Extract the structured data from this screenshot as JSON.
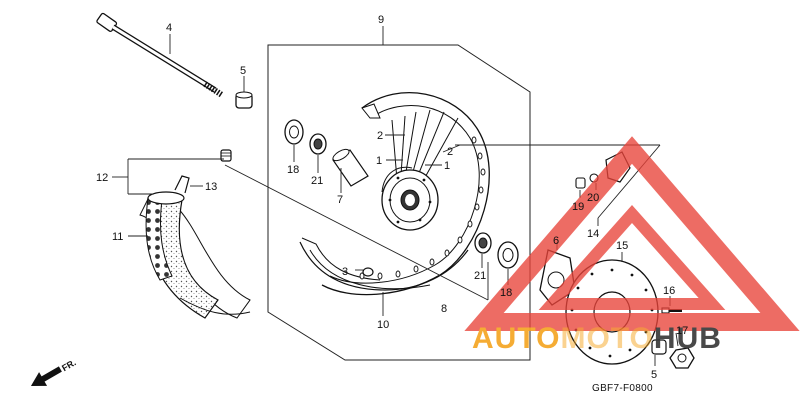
{
  "diagram": {
    "code": "GBF7-F0800",
    "direction_label": "FR.",
    "callouts": {
      "c1a": "1",
      "c1b": "1",
      "c2a": "2",
      "c2b": "2",
      "c3": "3",
      "c4": "4",
      "c5a": "5",
      "c5b": "5",
      "c6": "6",
      "c7": "7",
      "c8": "8",
      "c9": "9",
      "c10": "10",
      "c11": "11",
      "c12": "12",
      "c13": "13",
      "c14": "14",
      "c15": "15",
      "c16": "16",
      "c17": "17",
      "c18a": "18",
      "c18b": "18",
      "c19": "19",
      "c20": "20",
      "c21a": "21",
      "c21b": "21"
    }
  },
  "watermark": {
    "part1": "AUTO",
    "part2": "MOTO",
    "part3": "HUB",
    "color_orange": "#f5a623",
    "color_red": "#e8433a",
    "color_dark": "#3a3a3a"
  }
}
